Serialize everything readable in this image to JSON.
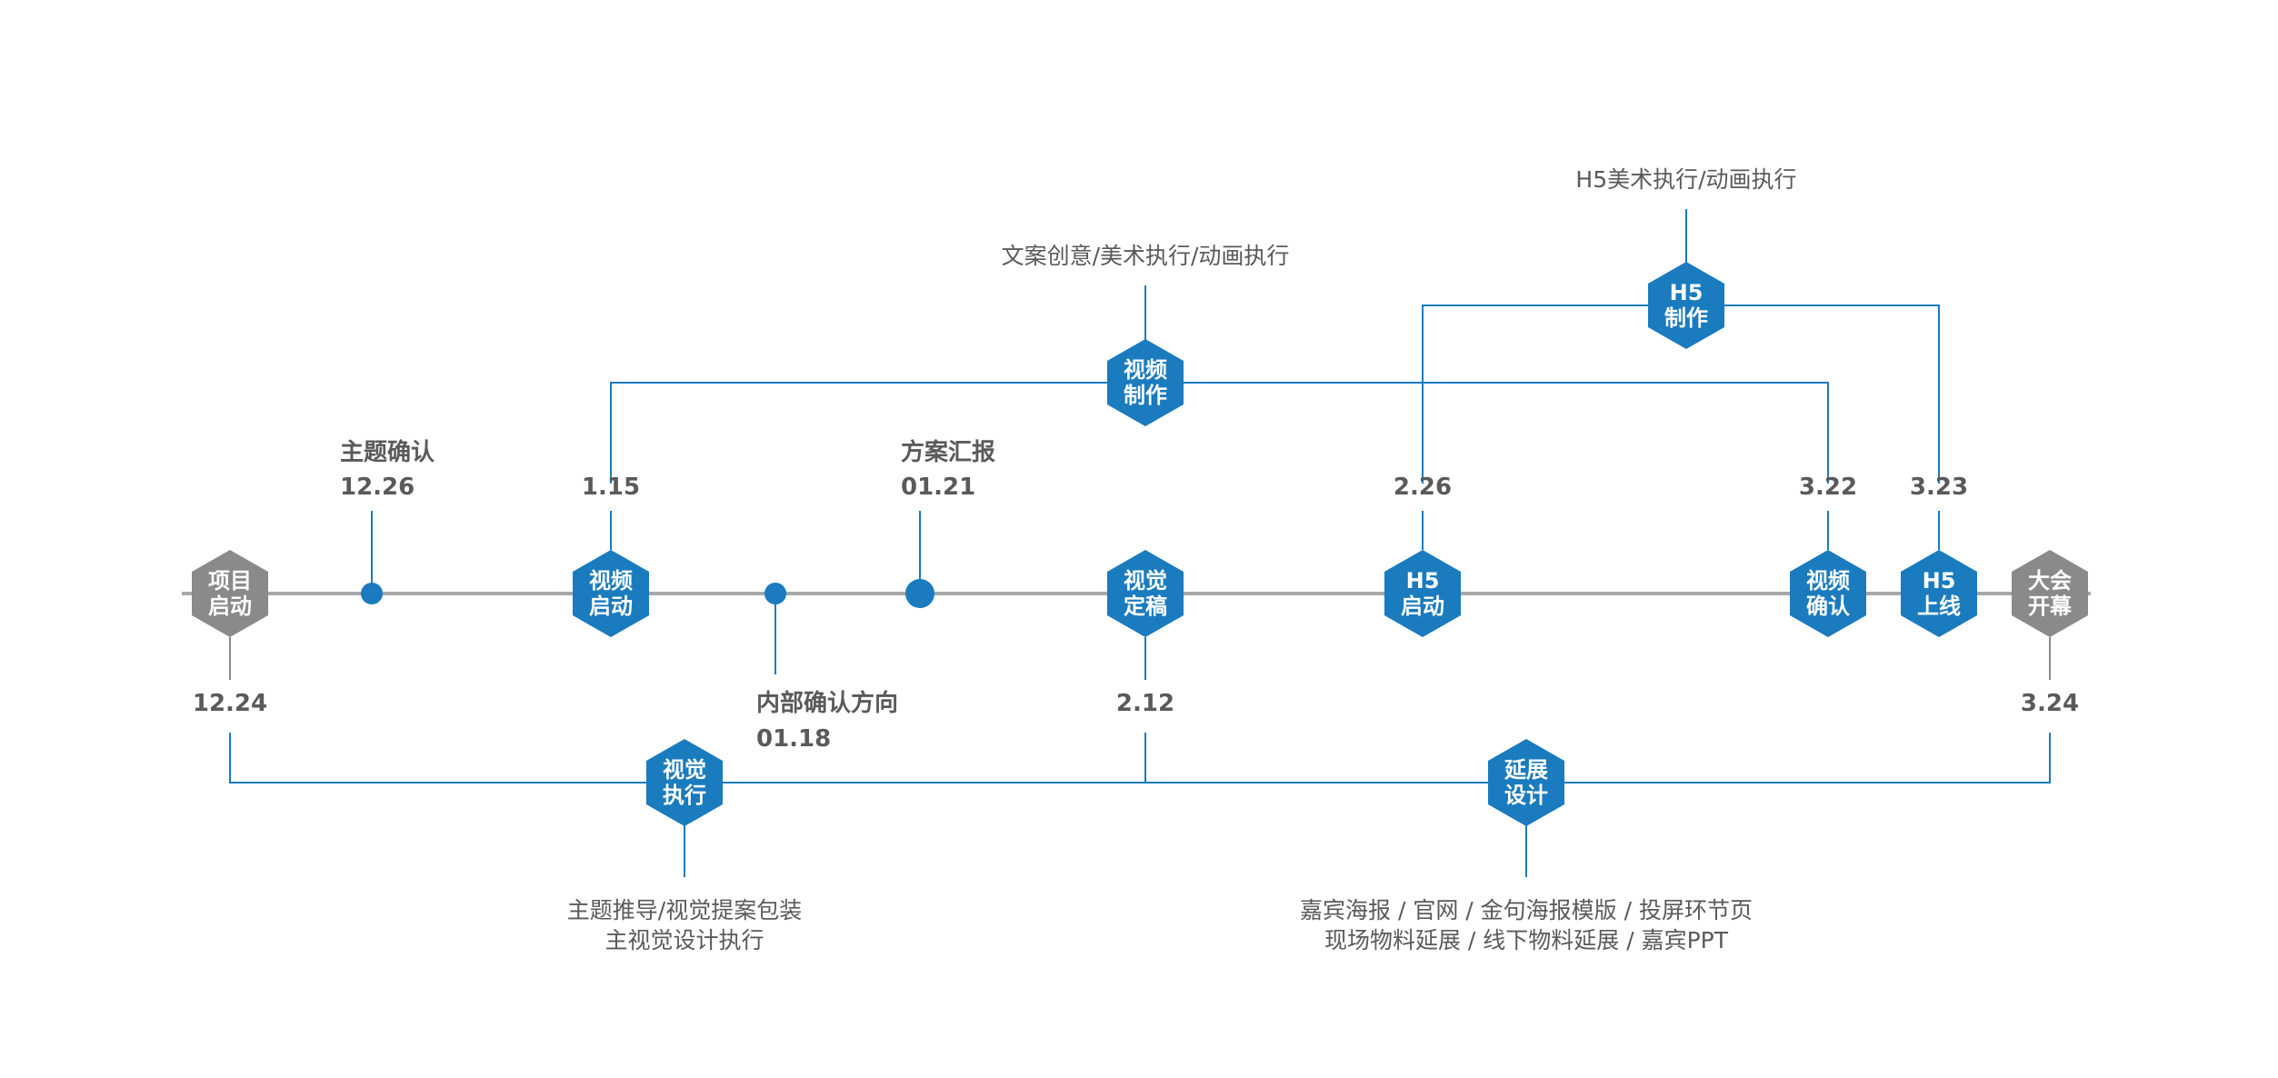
{
  "colors": {
    "blue": "#1a7bbf",
    "gray": "#8a8a8a",
    "line_blue": "#1a7bbf",
    "axis": "#a8a8a8",
    "text": "#5a5a5a"
  },
  "nodes": {
    "project_start": {
      "line1": "项目",
      "line2": "启动"
    },
    "video_start": {
      "line1": "视频",
      "line2": "启动"
    },
    "visual_final": {
      "line1": "视觉",
      "line2": "定稿"
    },
    "h5_start": {
      "line1": "H5",
      "line2": "启动"
    },
    "video_confirm": {
      "line1": "视频",
      "line2": "确认"
    },
    "h5_online": {
      "line1": "H5",
      "line2": "上线"
    },
    "conference_open": {
      "line1": "大会",
      "line2": "开幕"
    },
    "video_production": {
      "line1": "视频",
      "line2": "制作"
    },
    "h5_production": {
      "line1": "H5",
      "line2": "制作"
    },
    "visual_execution": {
      "line1": "视觉",
      "line2": "执行"
    },
    "extension_design": {
      "line1": "延展",
      "line2": "设计"
    }
  },
  "milestones": {
    "theme_confirm": {
      "title": "主题确认",
      "date": "12.26"
    },
    "plan_report": {
      "title": "方案汇报",
      "date": "01.21"
    },
    "internal_confirm": {
      "title": "内部确认方向",
      "date": "01.18"
    }
  },
  "dates": {
    "project_start": "12.24",
    "video_start": "1.15",
    "visual_final": "2.12",
    "h5_start": "2.26",
    "video_confirm": "3.22",
    "h5_online": "3.23",
    "conference_open": "3.24"
  },
  "descriptions": {
    "video_production": "文案创意/美术执行/动画执行",
    "h5_production": "H5美术执行/动画执行",
    "visual_execution": [
      "主题推导/视觉提案包装",
      "主视觉设计执行"
    ],
    "extension_design": [
      "嘉宾海报 / 官网 / 金句海报模版 / 投屏环节页",
      "现场物料延展 / 线下物料延展 / 嘉宾PPT"
    ]
  }
}
